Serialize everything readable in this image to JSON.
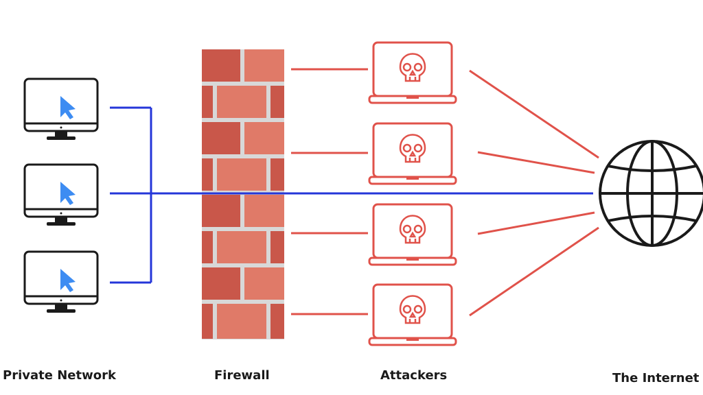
{
  "labels": {
    "private_network": "Private Network",
    "firewall": "Firewall",
    "attackers": "Attackers",
    "internet": "The Internet"
  },
  "nodes": {
    "private_computers": 3,
    "attacker_laptops": 4
  },
  "colors": {
    "connection": "#2436d9",
    "threat": "#e0524a",
    "cursor": "#3d8cf2",
    "outline": "#1a1a1a",
    "brick_dark": "#c9574a",
    "brick_light": "#e07a68",
    "mortar": "#d8d8d8"
  },
  "icons": {
    "computer": "desktop-monitor-icon",
    "cursor": "mouse-cursor-icon",
    "attacker": "laptop-skull-icon",
    "internet": "globe-icon",
    "firewall": "brick-wall-icon"
  }
}
